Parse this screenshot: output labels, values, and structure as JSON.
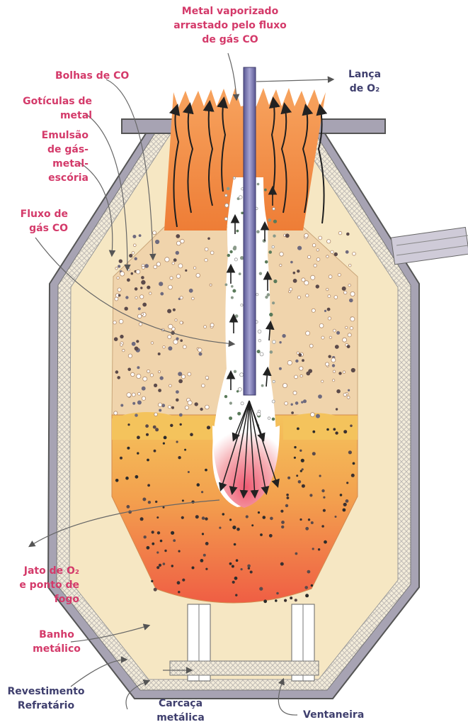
{
  "labels": {
    "metal_vaporizado": [
      "Metal vaporizado",
      "arrastado pelo fluxo",
      "de gás CO"
    ],
    "lanca_o2": [
      "Lança",
      "de O₂"
    ],
    "bolhas_co": [
      "Bolhas de CO"
    ],
    "goticulas_metal": [
      "Gotículas de",
      "metal"
    ],
    "emulsao": [
      "Emulsão",
      "de gás-",
      "metal-",
      "escória"
    ],
    "fluxo_gas_co": [
      "Fluxo de",
      "gás CO"
    ],
    "jato_o2": [
      "Jato de O₂",
      "e ponto de",
      "fogo"
    ],
    "banho_metalico": [
      "Banho",
      "metálico"
    ],
    "revestimento_refratario": [
      "Revestimento",
      "Refratário"
    ],
    "carcaca_metalica": [
      "Carcaça",
      "metálica"
    ],
    "ventaneira": [
      "Ventaneira"
    ]
  },
  "colors": {
    "label_pink": "#d43a6a",
    "label_dark": "#3f3f6e",
    "refractory": "#f6e7c3",
    "shell": "#9a96a8",
    "lance": "#7d7ab0",
    "foam": "#f08a40",
    "emulsion": "#f0d2aa",
    "bath_top": "#f4bf56",
    "bath_bottom": "#f06a48"
  }
}
